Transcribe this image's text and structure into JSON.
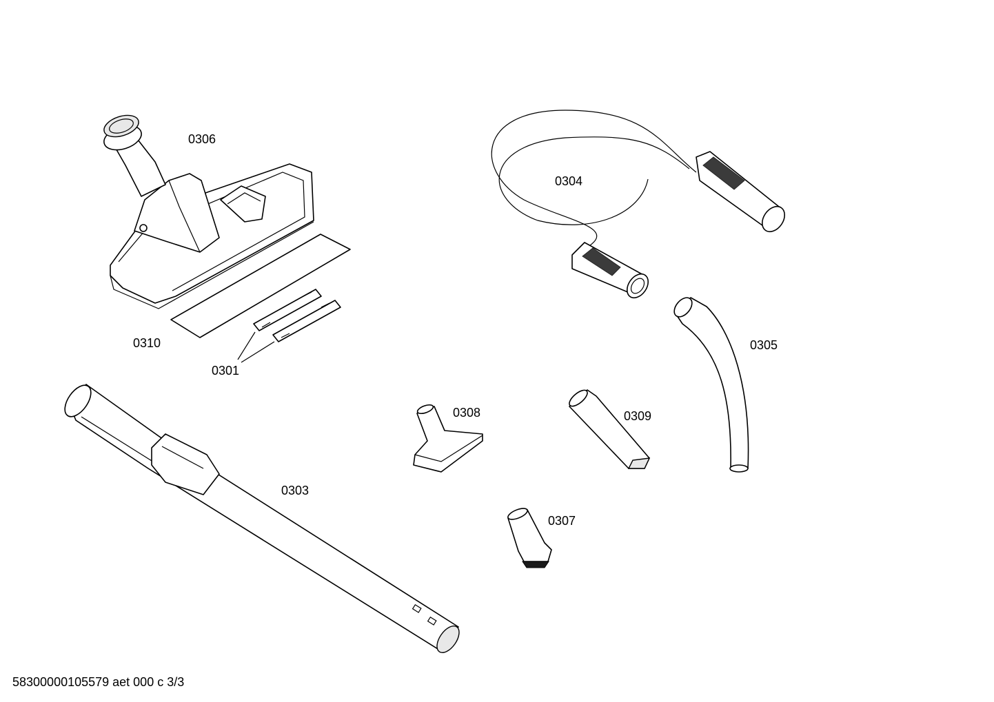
{
  "parts": {
    "p0306": "0306",
    "p0304": "0304",
    "p0310": "0310",
    "p0301": "0301",
    "p0305": "0305",
    "p0308": "0308",
    "p0309": "0309",
    "p0303": "0303",
    "p0307": "0307"
  },
  "footer": "58300000105579 aet 000 c 3/3"
}
